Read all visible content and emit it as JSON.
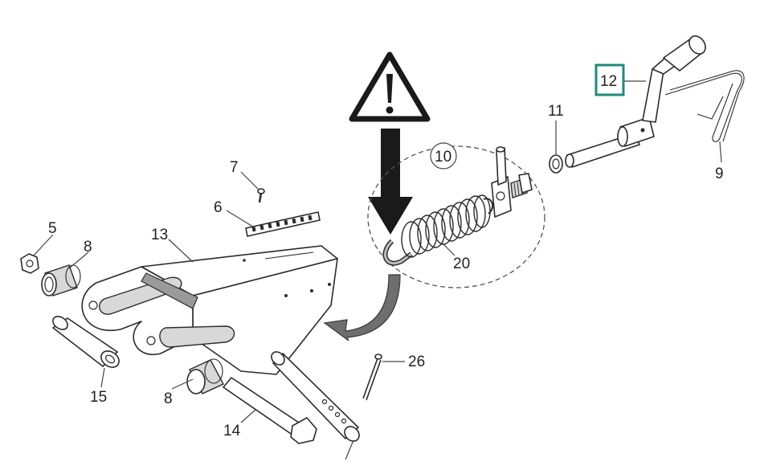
{
  "colors": {
    "highlight_box": "#1f8a7a",
    "line": "#2b2b2b",
    "arrow_fill": "#1a1a1a",
    "curved_arrow_fill": "#6e6e6e"
  },
  "icons": {
    "warning": "warning-triangle-icon",
    "down_arrow": "arrow-down-icon",
    "curved_arrow": "curved-arrow-icon"
  },
  "labels": {
    "p5": "5",
    "p6": "6",
    "p7": "7",
    "p8a": "8",
    "p8b": "8",
    "p9": "9",
    "p10": "10",
    "p11": "11",
    "p12": "12",
    "p13": "13",
    "p14": "14",
    "p15": "15",
    "p20": "20",
    "p26": "26"
  }
}
